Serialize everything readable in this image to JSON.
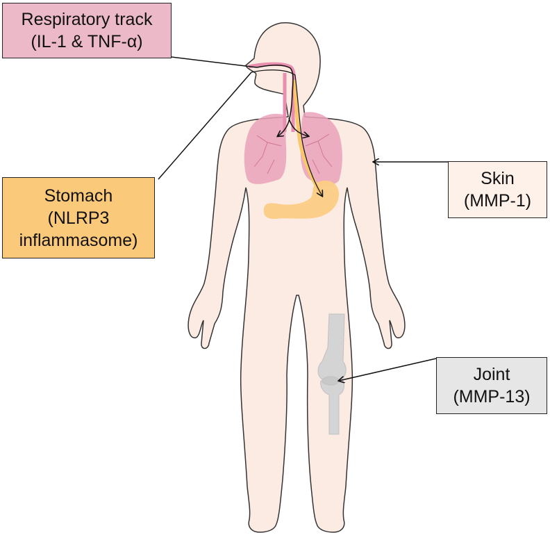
{
  "labels": {
    "respiratory": {
      "line1": "Respiratory track",
      "line2": "(IL-1 & TNF-α)",
      "color": "#ebb9c8"
    },
    "stomach": {
      "line1": "Stomach",
      "line2": "(NLRP3",
      "line3": "inflammasome)",
      "color": "#fbc97a"
    },
    "skin": {
      "line1": "Skin",
      "line2": "(MMP-1)",
      "color": "#fdf1ea"
    },
    "joint": {
      "line1": "Joint",
      "line2": "(MMP-13)",
      "color": "#e6e6e6"
    }
  },
  "colors": {
    "body_fill": "#fcebe2",
    "outline": "#333333",
    "lungs": "#eaa2bb",
    "stomach_organ": "#fbcd84",
    "esophagus": "#f9c86c",
    "airway": "#e88fb0",
    "bone": "#d4d4d4"
  },
  "icons": [
    "human-body-outline",
    "lungs",
    "stomach",
    "knee-bones"
  ]
}
